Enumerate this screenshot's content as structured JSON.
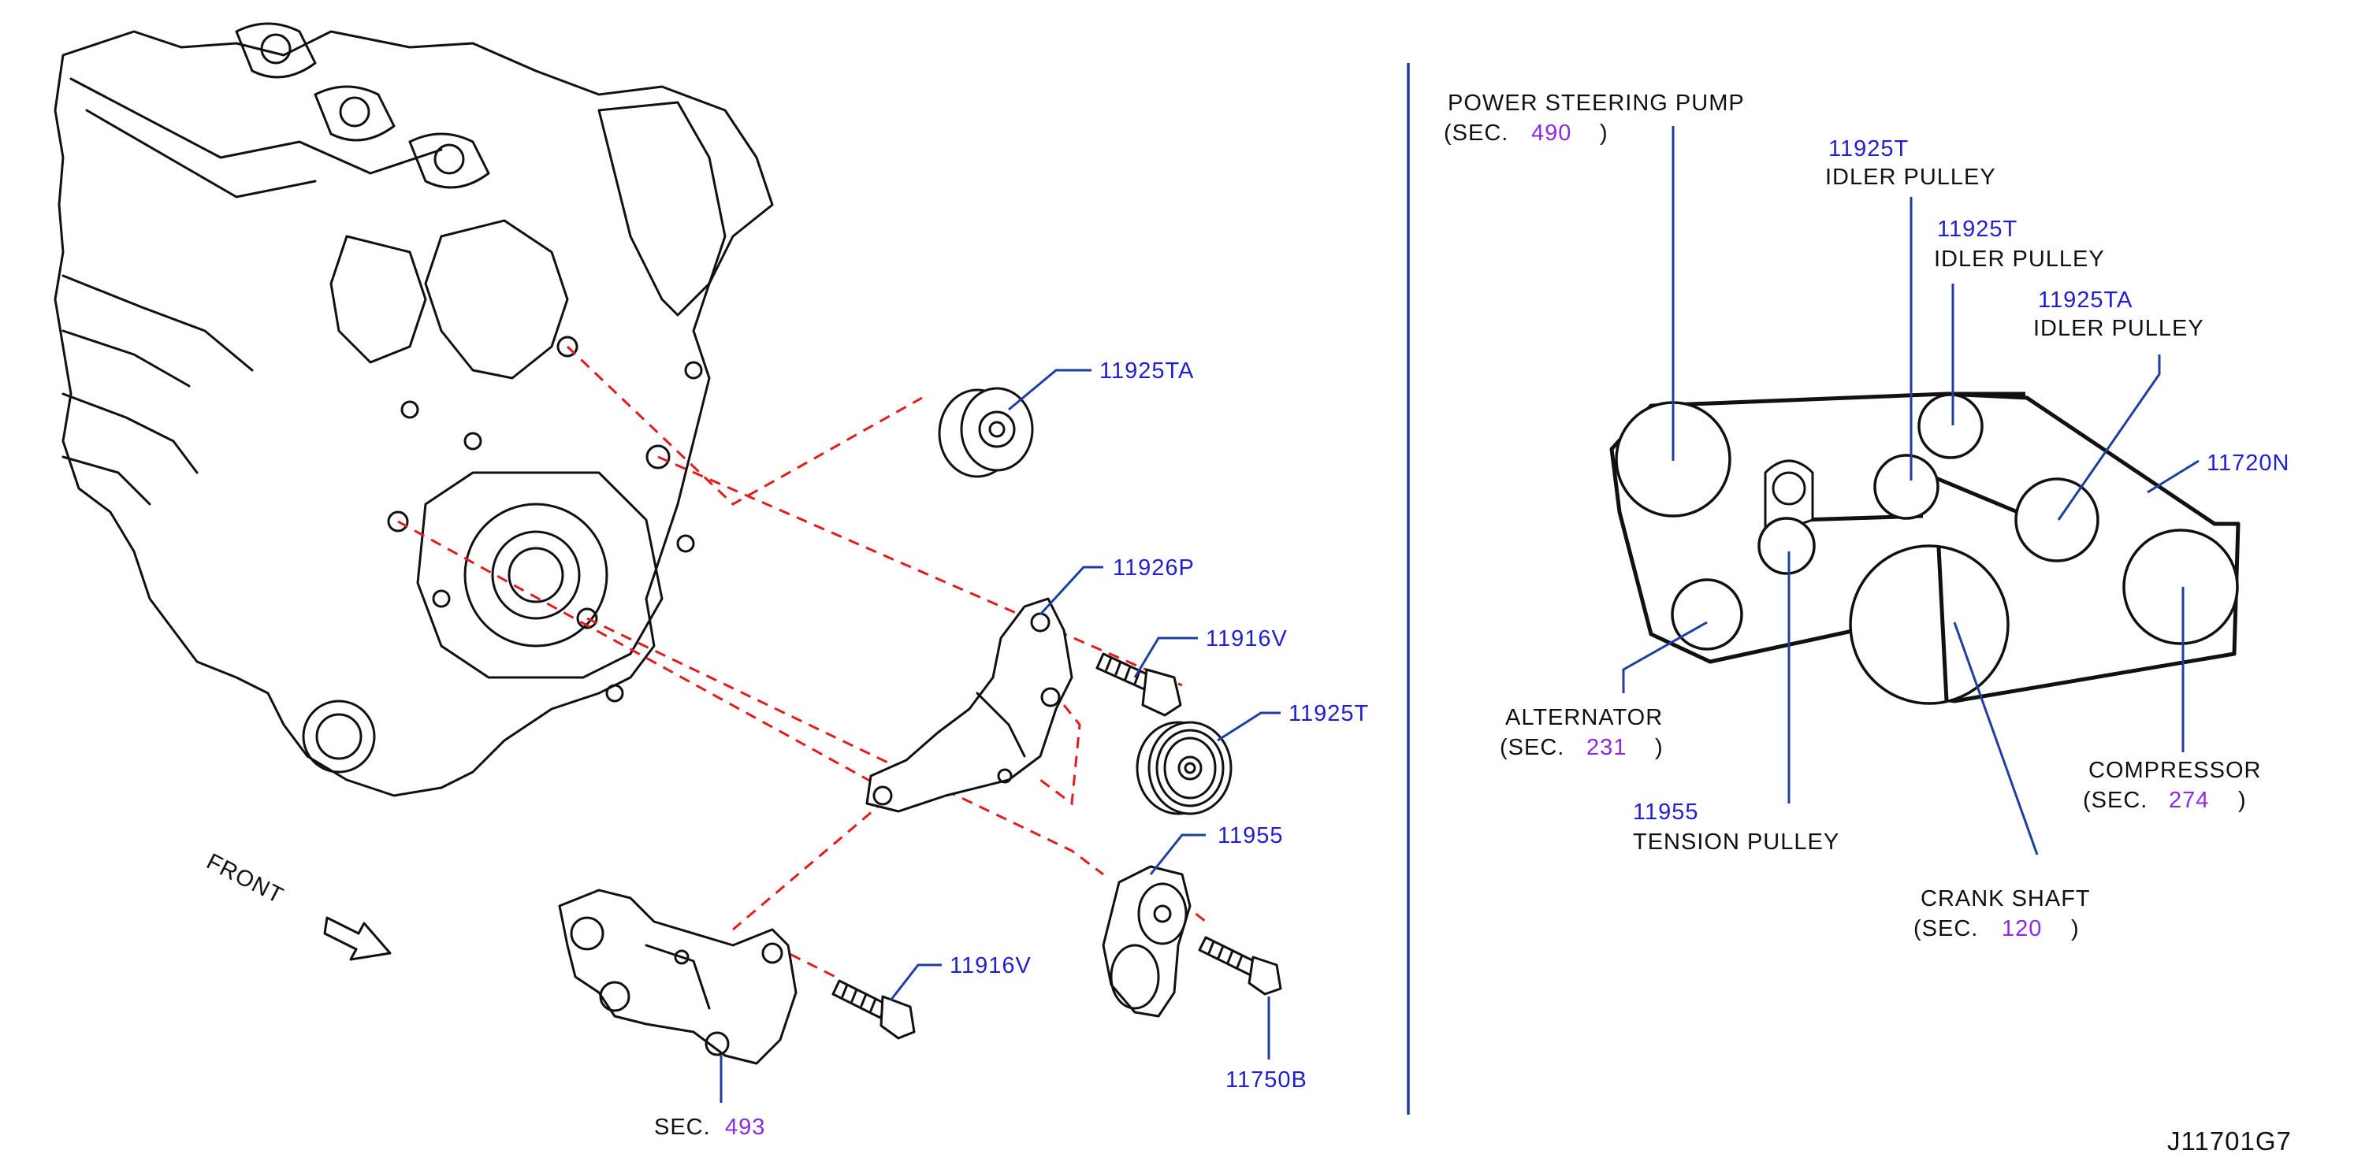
{
  "diagram_id": "J11701G7",
  "front_label": "FRONT",
  "parts": {
    "p_11925TA": "11925TA",
    "p_11926P": "11926P",
    "p_11916V_a": "11916V",
    "p_11925T": "11925T",
    "p_11955": "11955",
    "p_11916V_b": "11916V",
    "p_11750B": "11750B",
    "sec493_prefix": "SEC.",
    "sec493_num": "493"
  },
  "belt_routing": {
    "power_steering": {
      "line1": "POWER   STEERING   PUMP",
      "sec_prefix": "(SEC.",
      "sec_num": "490",
      "sec_suffix": ")"
    },
    "idler1": {
      "part": "11925T",
      "name": "IDLER   PULLEY"
    },
    "idler2": {
      "part": "11925T",
      "name": "IDLER   PULLEY"
    },
    "idler3": {
      "part": "11925TA",
      "name": "IDLER   PULLEY"
    },
    "belt": {
      "part": "11720N"
    },
    "alternator": {
      "name": "ALTERNATOR",
      "sec_prefix": "(SEC.",
      "sec_num": "231",
      "sec_suffix": ")"
    },
    "tension": {
      "part": "11955",
      "name": "TENSION   PULLEY"
    },
    "compressor": {
      "name": "COMPRESSOR",
      "sec_prefix": "(SEC.",
      "sec_num": "274",
      "sec_suffix": ")"
    },
    "crank": {
      "name": "CRANK   SHAFT",
      "sec_prefix": "(SEC.",
      "sec_num": "120",
      "sec_suffix": ")"
    }
  },
  "colors": {
    "part_number": "#1f1fd0",
    "section_number": "#8a2be2",
    "leader_line": "#1e3fa0",
    "dashed_line": "#e31b1b"
  }
}
